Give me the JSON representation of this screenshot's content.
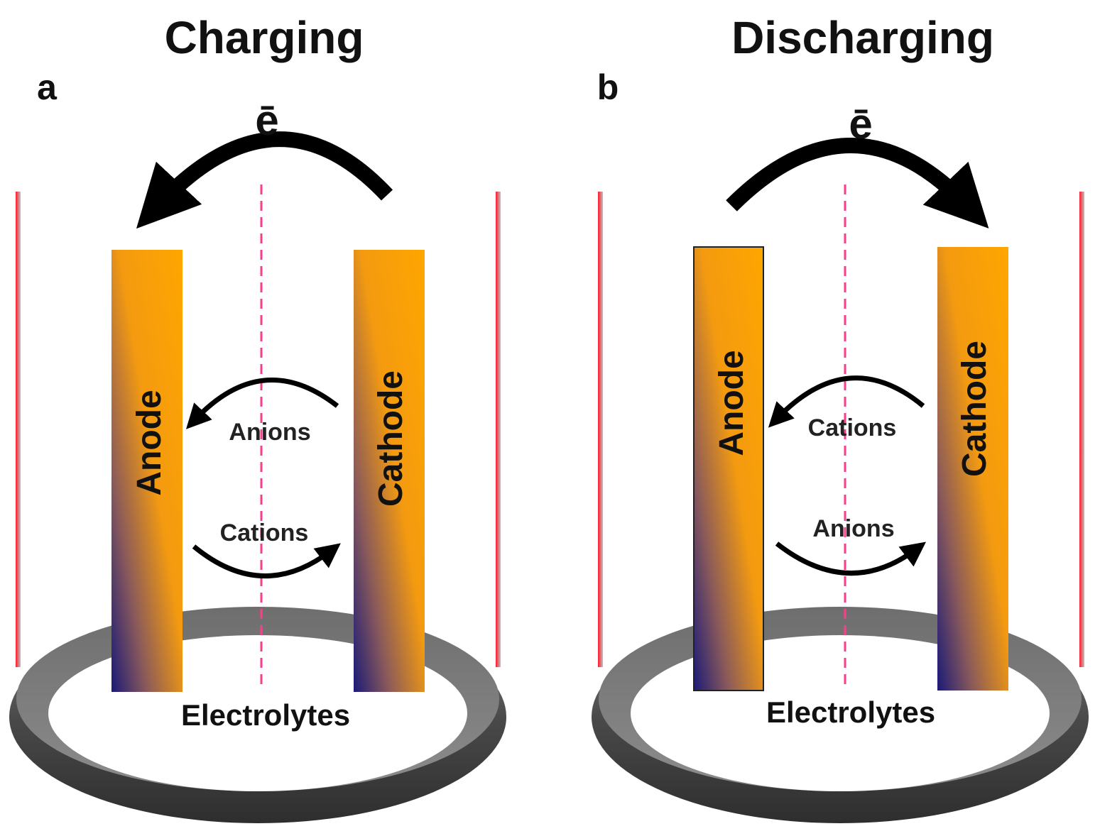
{
  "panels": [
    {
      "title": "Charging",
      "letter": "a",
      "electron": "ē",
      "left_electrode": "Anode",
      "right_electrode": "Cathode",
      "upper_ion": "Anions",
      "lower_ion": "Cations",
      "electrolyte": "Electrolytes",
      "electron_flow": "cathode-to-anode"
    },
    {
      "title": "Discharging",
      "letter": "b",
      "electron": "ē",
      "left_electrode": "Anode",
      "right_electrode": "Cathode",
      "upper_ion": "Cations",
      "lower_ion": "Anions",
      "electrolyte": "Electrolytes",
      "electron_flow": "anode-to-cathode"
    }
  ],
  "colors": {
    "electrode_top": "#ffa600",
    "electrode_bottom": "#1a1a78",
    "container_wall": "#ff2a3a",
    "separator": "#ff3c8c",
    "ring": "#5e5e5e",
    "arrow": "#000000"
  }
}
